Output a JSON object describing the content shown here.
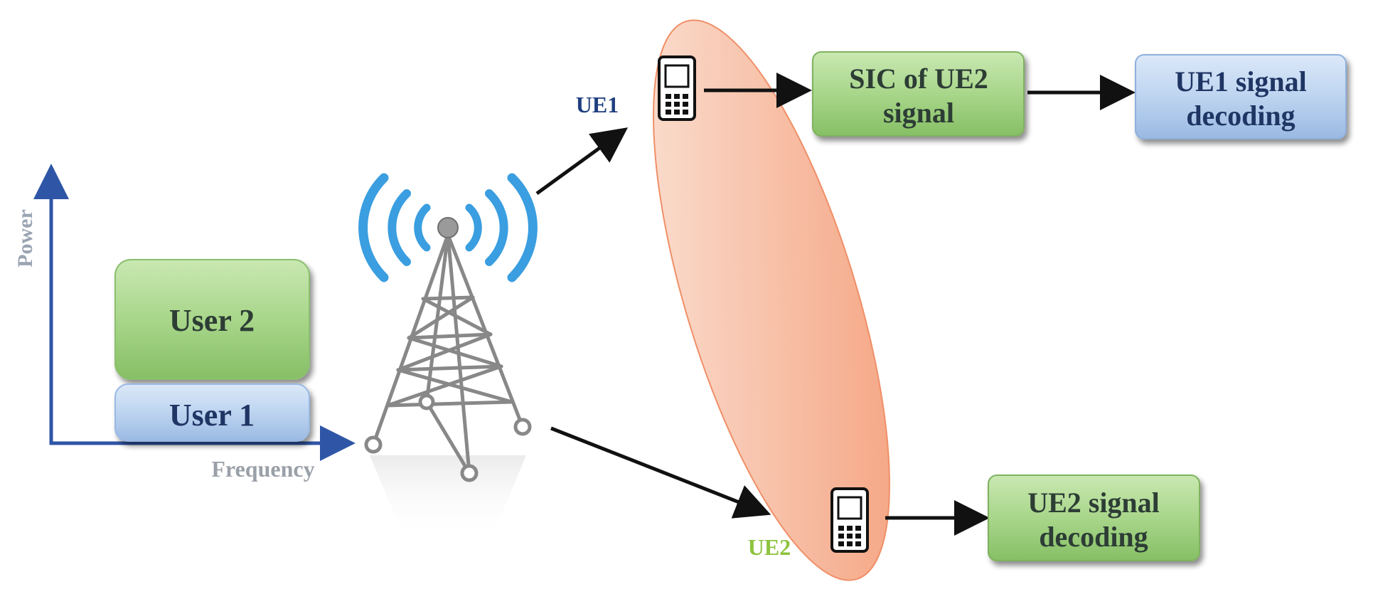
{
  "axes": {
    "power_label": "Power",
    "frequency_label": "Frequency"
  },
  "power_blocks": {
    "user2_label": "User 2",
    "user1_label": "User 1"
  },
  "receivers": {
    "ue1_label": "UE1",
    "ue2_label": "UE2"
  },
  "process_boxes": {
    "sic_line1": "SIC of UE2",
    "sic_line2": "signal",
    "ue1_decode_line1": "UE1 signal",
    "ue1_decode_line2": "decoding",
    "ue2_decode_line1": "UE2 signal",
    "ue2_decode_line2": "decoding"
  },
  "colors": {
    "axis": "#2f56a6",
    "green_box": "#9ccf7c",
    "blue_box": "#b7d0ee",
    "ellipse": "#f5a47f",
    "wave": "#3a9ee0",
    "ue1_text": "#1f3f80",
    "ue2_text": "#8ec33d"
  },
  "icons": [
    "base-station-tower-icon",
    "wave-signal-icon",
    "mobile-phone-icon"
  ]
}
